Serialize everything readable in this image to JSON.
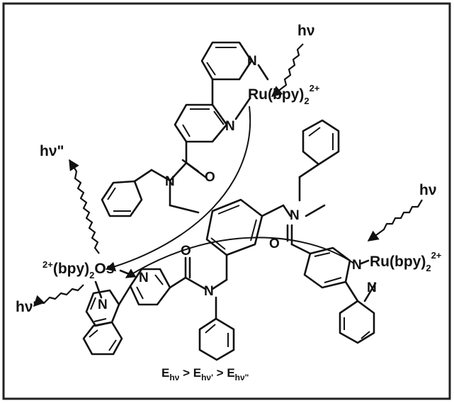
{
  "labels": {
    "hv_top": "hν",
    "hv_right": "hν",
    "hv_double_prime": "hν\"",
    "hv_prime": "hν'",
    "ru_top_main": "Ru(bpy)",
    "ru_top_sub": "2",
    "ru_top_charge": "2+",
    "ru_right_main": "Ru(bpy)",
    "ru_right_sub": "2",
    "ru_right_charge": "2+",
    "os_charge": "2+",
    "os_main": "(bpy)",
    "os_sub": "2",
    "os_metal": "Os",
    "atom_N": "N",
    "atom_O": "O"
  },
  "caption": {
    "e1": "E",
    "e1_sub": "hν",
    "gt1": " > ",
    "e2": "E",
    "e2_sub": "hν'",
    "gt2": " > ",
    "e3": "E",
    "e3_sub": "hν\""
  },
  "colors": {
    "ink": "#111111",
    "frame": "#222222",
    "background": "#ffffff"
  }
}
